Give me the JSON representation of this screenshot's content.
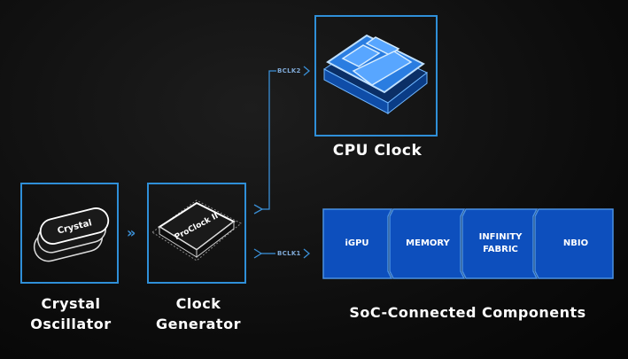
{
  "components": {
    "crystal_oscillator": {
      "chip_label": "Crystal",
      "caption_line1": "Crystal",
      "caption_line2": "Oscillator"
    },
    "clock_generator": {
      "chip_label": "ProClock II",
      "caption_line1": "Clock",
      "caption_line2": "Generator"
    },
    "cpu_clock": {
      "caption": "CPU Clock"
    },
    "soc_components": {
      "caption": "SoC-Connected Components",
      "segments": [
        {
          "line1": "iGPU",
          "line2": ""
        },
        {
          "line1": "MEMORY",
          "line2": ""
        },
        {
          "line1": "INFINITY",
          "line2": "FABRIC"
        },
        {
          "line1": "NBIO",
          "line2": ""
        }
      ]
    }
  },
  "connections": {
    "bclk2_label": "BCLK2",
    "bclk1_label": "BCLK1",
    "arrow_glyph": "»"
  },
  "colors": {
    "accent_blue": "#2a7de1",
    "segment_fill": "#0d4fbd",
    "box_border": "#2f8fd8",
    "line": "#3a8fd6"
  }
}
